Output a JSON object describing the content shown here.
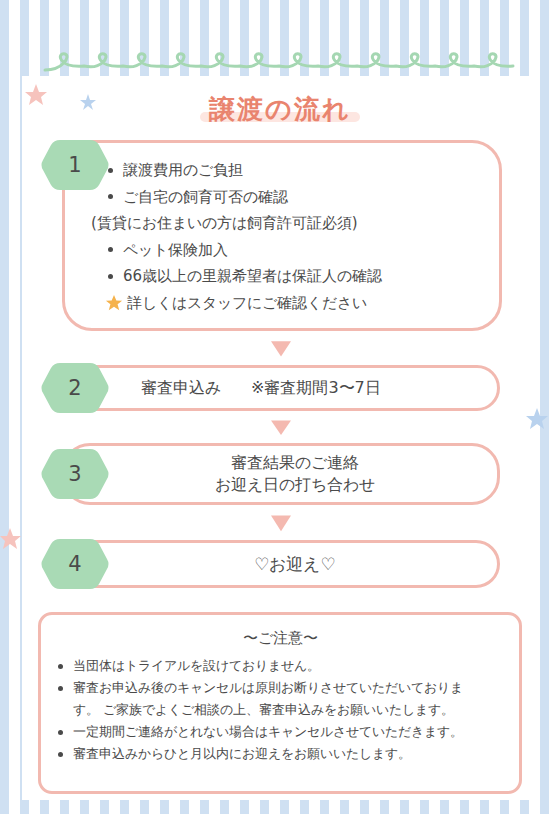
{
  "diagram": {
    "title": "譲渡の流れ",
    "nodes": [
      {
        "text": [
          "1"
        ]
      },
      {
        "text": [
          "譲渡費用のご負担",
          "ご自宅の飼育可否の確認",
          "(賃貸にお住まいの方は飼育許可証必須)",
          "ペット保険加入",
          "66歳以上の里親希望者は保証人の確認",
          "詳しくはスタッフにご確認ください"
        ]
      },
      {
        "text": [
          "2"
        ]
      },
      {
        "text": [
          "審査申込み",
          "※審査期間3〜7日"
        ]
      },
      {
        "text": [
          "3"
        ]
      },
      {
        "text": [
          "審査結果のご連絡",
          "お迎え日の打ち合わせ"
        ]
      },
      {
        "text": [
          "4"
        ]
      },
      {
        "text": [
          "♡お迎え♡"
        ]
      },
      {
        "text": [
          "〜ご注意〜",
          "当団体はトライアルを設けておりません。",
          "審査お申込み後のキャンセルは原則お断りさせていただいております。 ご家族でよくご相談の上、審査申込みをお願いいたします。",
          "一定期間ご連絡がとれない場合はキャンセルさせていただきます。",
          "審査申込みからひと月以内にお迎えをお願いいたします。"
        ]
      }
    ],
    "edges": [
      {
        "from": 1,
        "to": 3,
        "arrow": "to"
      },
      {
        "from": 3,
        "to": 5,
        "arrow": "to"
      },
      {
        "from": 5,
        "to": 7,
        "arrow": "to"
      }
    ]
  }
}
